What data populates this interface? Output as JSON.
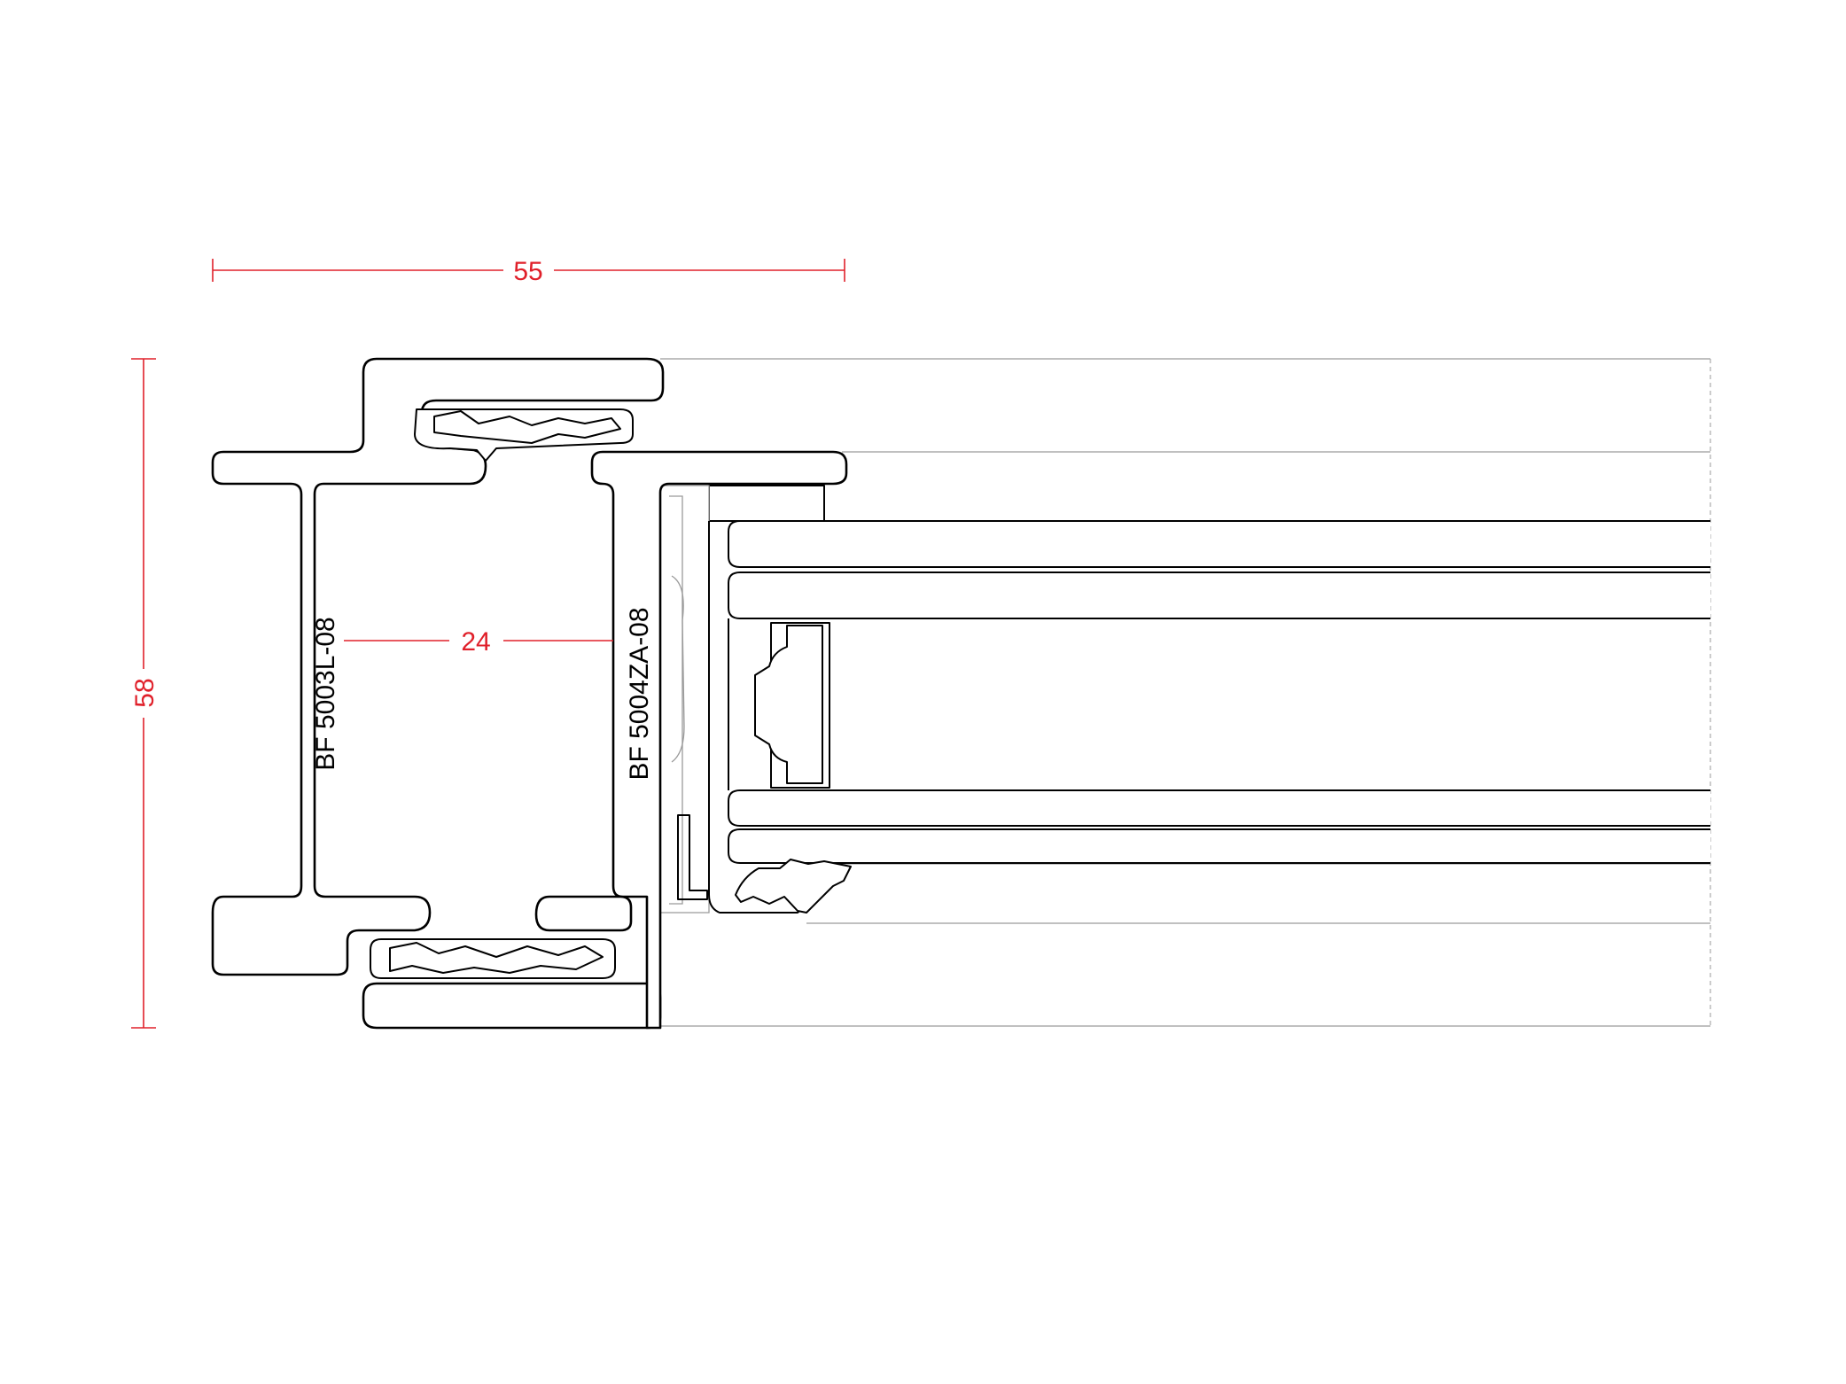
{
  "dimensions": {
    "width_label": "55",
    "height_label": "58",
    "gap_label": "24"
  },
  "profiles": {
    "left_profile": "BF 5003L-08",
    "right_profile": "BF 5004ZA-08"
  },
  "colors": {
    "dimension": "#e0202a",
    "outline": "#000000",
    "glass_lines": "#9a9a9a"
  }
}
